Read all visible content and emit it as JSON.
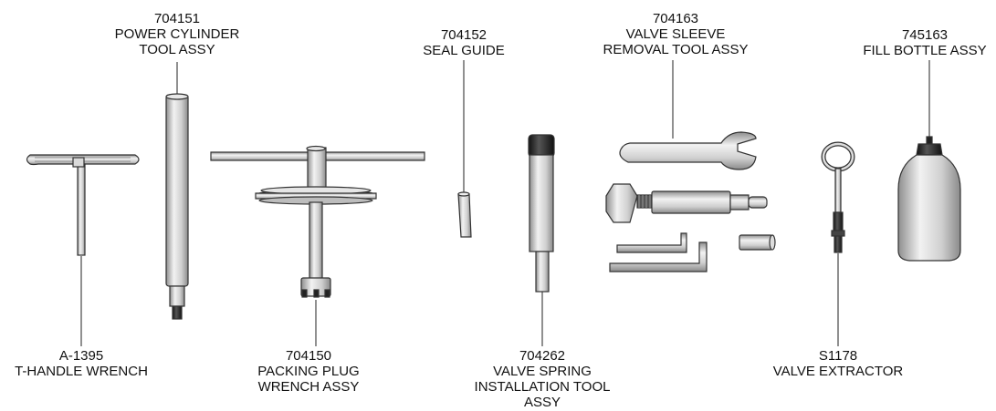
{
  "tools": [
    {
      "id": "t-handle-wrench",
      "part": "A-1395",
      "name_lines": [
        "T-HANDLE WRENCH"
      ]
    },
    {
      "id": "power-cylinder-tool",
      "part": "704151",
      "name_lines": [
        "POWER CYLINDER",
        "TOOL ASSY"
      ]
    },
    {
      "id": "packing-plug-wrench",
      "part": "704150",
      "name_lines": [
        "PACKING PLUG",
        "WRENCH ASSY"
      ]
    },
    {
      "id": "seal-guide",
      "part": "704152",
      "name_lines": [
        "SEAL GUIDE"
      ]
    },
    {
      "id": "valve-spring-installation-tool",
      "part": "704262",
      "name_lines": [
        "VALVE SPRING",
        "INSTALLATION TOOL",
        "ASSY"
      ]
    },
    {
      "id": "valve-sleeve-removal-tool",
      "part": "704163",
      "name_lines": [
        "VALVE SLEEVE",
        "REMOVAL TOOL ASSY"
      ]
    },
    {
      "id": "valve-extractor",
      "part": "S1178",
      "name_lines": [
        "VALVE EXTRACTOR"
      ]
    },
    {
      "id": "fill-bottle",
      "part": "745163",
      "name_lines": [
        "FILL BOTTLE ASSY"
      ]
    }
  ]
}
